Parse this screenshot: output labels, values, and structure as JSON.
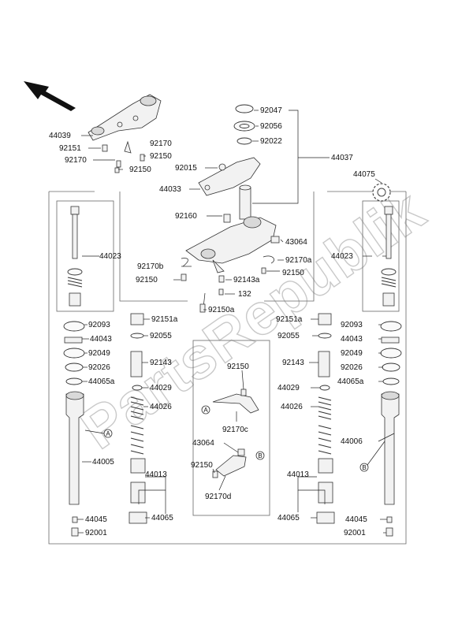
{
  "watermark": "PartsRepublik",
  "callouts": {
    "a": "A",
    "b": "B"
  },
  "parts": {
    "p44039": "44039",
    "p92151_top": "92151",
    "p92170_top1": "92170",
    "p92170_top2": "92170",
    "p92150_top1": "92150",
    "p92150_top2": "92150",
    "p92047": "92047",
    "p92056": "92056",
    "p92022": "92022",
    "p44037": "44037",
    "p92015": "92015",
    "p44033": "44033",
    "p92160": "92160",
    "p43064_top": "43064",
    "p92170b": "92170b",
    "p92170a": "92170a",
    "p92150_mid1": "92150",
    "p92150_mid2": "92150",
    "p92143a": "92143a",
    "p132": "132",
    "p92150a": "92150a",
    "p44075": "44075",
    "p44023_left": "44023",
    "p44023_right": "44023",
    "p92093_l": "92093",
    "p44043_l": "44043",
    "p92049_l": "92049",
    "p92026_l": "92026",
    "p44065a_l": "44065a",
    "p44005": "44005",
    "p44045_l": "44045",
    "p92001_l": "92001",
    "p92151a_l": "92151a",
    "p92055_l": "92055",
    "p92143_l": "92143",
    "p44029_l": "44029",
    "p44026_l": "44026",
    "p44013_l": "44013",
    "p44065_l": "44065",
    "p92150_c1": "92150",
    "p92170c": "92170c",
    "p43064_c": "43064",
    "p92150_c2": "92150",
    "p92170d": "92170d",
    "p92151a_r": "92151a",
    "p92055_r": "92055",
    "p92143_r": "92143",
    "p44029_r": "44029",
    "p44026_r": "44026",
    "p44013_r": "44013",
    "p44065_r": "44065",
    "p92093_r": "92093",
    "p44043_r": "44043",
    "p92049_r": "92049",
    "p92026_r": "92026",
    "p44065a_r": "44065a",
    "p44006": "44006",
    "p44045_r": "44045",
    "p92001_r": "92001"
  }
}
